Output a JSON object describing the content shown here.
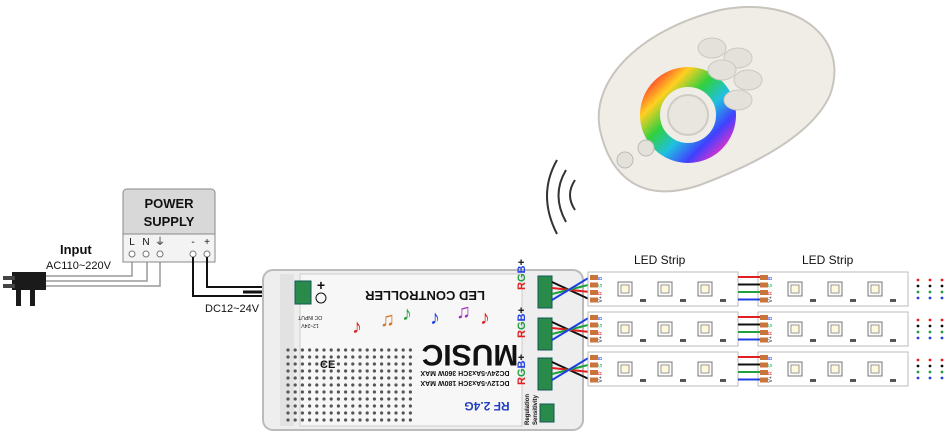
{
  "power_supply": {
    "title_line1": "POWER",
    "title_line2": "SUPPLY",
    "terminals": [
      "L",
      "N",
      "⏚",
      "-",
      "+"
    ]
  },
  "input": {
    "label": "Input",
    "voltage": "AC110~220V"
  },
  "dc_label": "DC12~24V",
  "controller": {
    "title": "LED CONTROLLER",
    "brand": "MUSIC",
    "spec1": "DC24V-5Ax3CH 360W MAX",
    "spec2": "DC12V-5Ax3CH 180W MAX",
    "rf": "RF 2.4G",
    "dc_input": "DC INPUT",
    "voltage_small": "12~24V",
    "ce": "CE",
    "sensitivity": "Sensitivity",
    "regulation": "Regulation",
    "channel_label_rgb": "RGB",
    "channel_label_plus": "+",
    "plus_sign": "+"
  },
  "strips": {
    "label_1": "LED Strip",
    "label_2": "LED Strip",
    "pin_labels": [
      "B",
      "G",
      "R",
      "V+"
    ]
  },
  "colors": {
    "red": "#e02020",
    "green": "#20a040",
    "blue": "#2040e0",
    "black": "#111111",
    "case": "#f2f2f2",
    "copper": "#c8743a",
    "screw_green": "#2a8a4a"
  }
}
